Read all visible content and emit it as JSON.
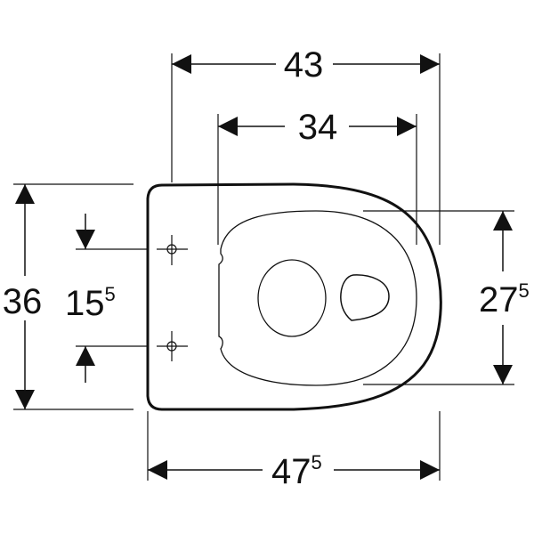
{
  "dimensions": {
    "overall_width": {
      "main": "43",
      "sup": ""
    },
    "inner_width": {
      "main": "34",
      "sup": ""
    },
    "overall_depth": {
      "main": "36",
      "sup": ""
    },
    "fixing_spacing": {
      "main": "15",
      "sup": "5"
    },
    "seat_depth": {
      "main": "27",
      "sup": "5"
    },
    "overall_length": {
      "main": "47",
      "sup": "5"
    }
  },
  "colors": {
    "line": "#111111",
    "background": "#ffffff"
  }
}
